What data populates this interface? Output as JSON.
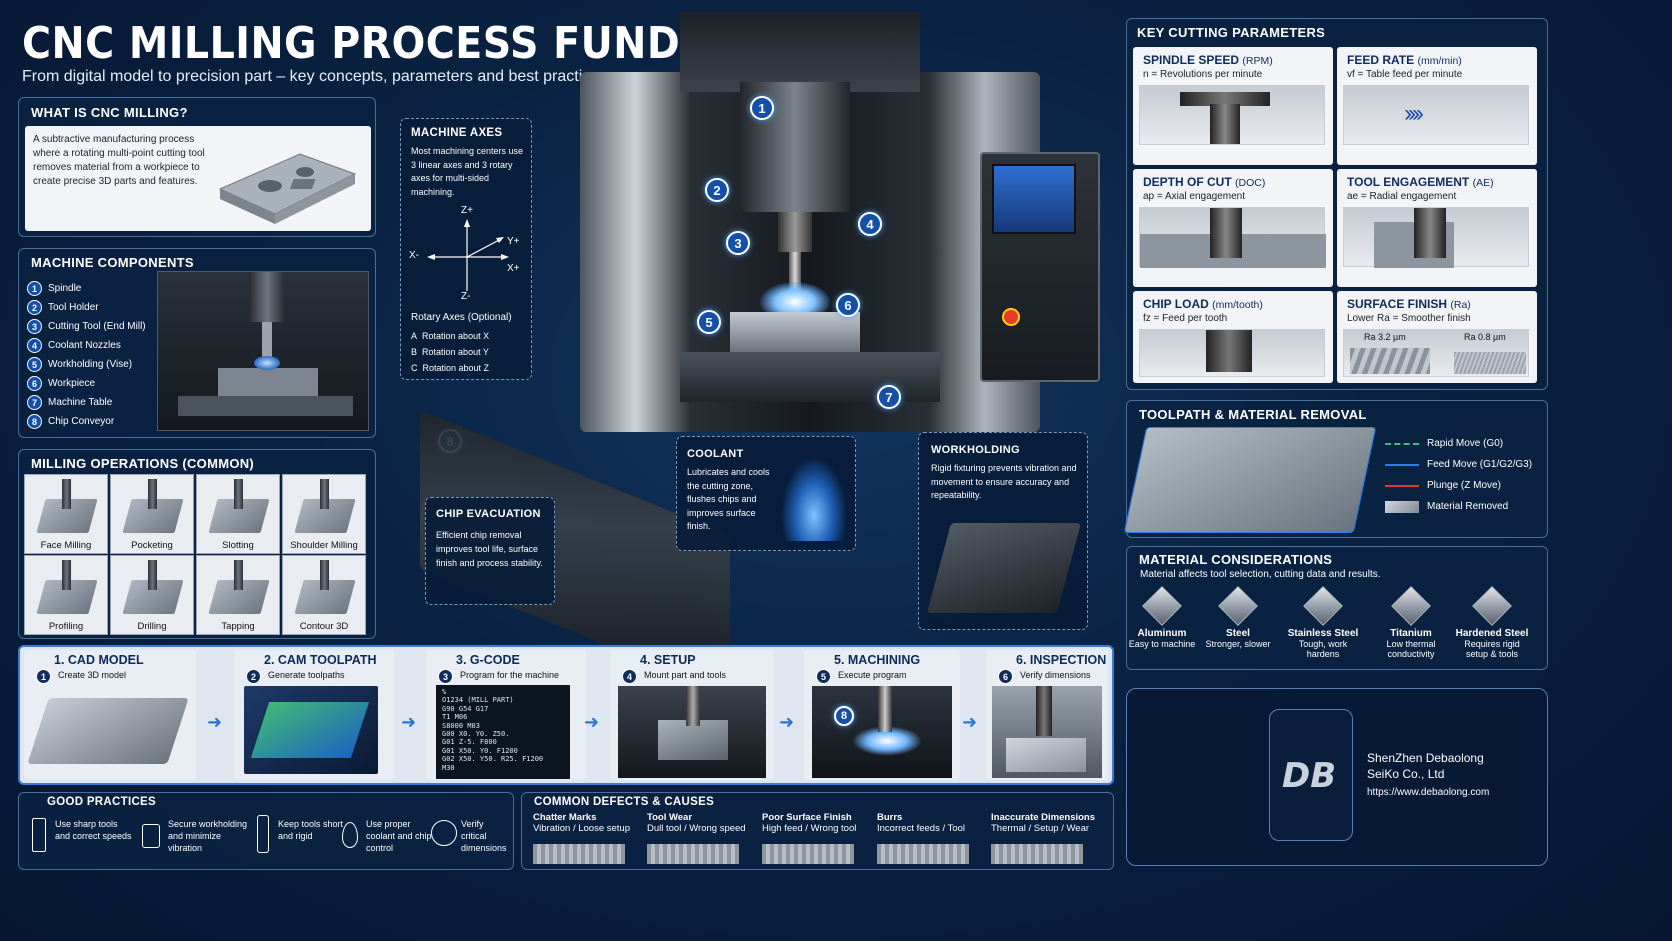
{
  "header": {
    "title": "CNC MILLING PROCESS FUNDAMENTALS",
    "subtitle": "From digital model to precision part – key concepts, parameters and best practices"
  },
  "what_is": {
    "title": "WHAT IS CNC MILLING?",
    "text": "A subtractive manufacturing process where a rotating multi-point cutting tool removes material from a workpiece to create precise 3D parts and features."
  },
  "components": {
    "title": "MACHINE COMPONENTS",
    "items": [
      {
        "n": "1",
        "label": "Spindle"
      },
      {
        "n": "2",
        "label": "Tool Holder"
      },
      {
        "n": "3",
        "label": "Cutting Tool (End Mill)"
      },
      {
        "n": "4",
        "label": "Coolant Nozzles"
      },
      {
        "n": "5",
        "label": "Workholding (Vise)"
      },
      {
        "n": "6",
        "label": "Workpiece"
      },
      {
        "n": "7",
        "label": "Machine Table"
      },
      {
        "n": "8",
        "label": "Chip Conveyor"
      }
    ]
  },
  "operations": {
    "title": "MILLING OPERATIONS (COMMON)",
    "items": [
      "Face Milling",
      "Pocketing",
      "Slotting",
      "Shoulder Milling",
      "Profiling",
      "Drilling",
      "Tapping",
      "Contour 3D"
    ]
  },
  "axes": {
    "title": "MACHINE AXES",
    "text": "Most machining centers use 3 linear axes and 3 rotary axes for multi-sided machining.",
    "zp": "Z+",
    "zm": "Z-",
    "xp": "X+",
    "xm": "X-",
    "yp": "Y+",
    "rotary_title": "Rotary Axes (Optional)",
    "rotary": [
      {
        "k": "A",
        "v": "Rotation about X"
      },
      {
        "k": "B",
        "v": "Rotation about Y"
      },
      {
        "k": "C",
        "v": "Rotation about Z"
      }
    ]
  },
  "callouts": {
    "chip": {
      "title": "CHIP EVACUATION",
      "text": "Efficient chip removal improves tool life, surface finish and process stability."
    },
    "coolant": {
      "title": "COOLANT",
      "text": "Lubricates and cools the cutting zone, flushes chips and improves surface finish."
    },
    "workholding": {
      "title": "WORKHOLDING",
      "text": "Rigid fixturing prevents vibration and movement to ensure accuracy and repeatability."
    }
  },
  "machine_badges": [
    "1",
    "2",
    "3",
    "4",
    "5",
    "6",
    "7",
    "8"
  ],
  "params": {
    "title": "KEY CUTTING PARAMETERS",
    "items": [
      {
        "name": "SPINDLE SPEED",
        "unit": "(RPM)",
        "sub": "n = Revolutions per minute"
      },
      {
        "name": "FEED RATE",
        "unit": "(mm/min)",
        "sub": "vf = Table feed per minute"
      },
      {
        "name": "DEPTH OF CUT",
        "unit": "(DOC)",
        "sub": "ap = Axial engagement"
      },
      {
        "name": "TOOL ENGAGEMENT",
        "unit": "(AE)",
        "sub": "ae = Radial engagement"
      },
      {
        "name": "CHIP LOAD",
        "unit": "(mm/tooth)",
        "sub": "fz = Feed per tooth"
      },
      {
        "name": "SURFACE FINISH",
        "unit": "(Ra)",
        "sub": "Lower Ra = Smoother finish"
      }
    ],
    "ra_rough": "Ra 3.2 µm",
    "ra_smooth": "Ra 0.8 µm"
  },
  "toolpath": {
    "title": "TOOLPATH & MATERIAL REMOVAL",
    "legend": [
      {
        "label": "Rapid Move (G0)",
        "color": "#39c07a"
      },
      {
        "label": "Feed Move (G1/G2/G3)",
        "color": "#2f7df0"
      },
      {
        "label": "Plunge (Z Move)",
        "color": "#e23b2e"
      },
      {
        "label": "Material Removed",
        "color": "#9aa3ad"
      }
    ]
  },
  "materials": {
    "title": "MATERIAL CONSIDERATIONS",
    "sub": "Material affects tool selection, cutting data and results.",
    "items": [
      {
        "name": "Aluminum",
        "note": "Easy to machine"
      },
      {
        "name": "Steel",
        "note": "Stronger, slower"
      },
      {
        "name": "Stainless Steel",
        "note": "Tough, work hardens"
      },
      {
        "name": "Titanium",
        "note": "Low thermal conductivity"
      },
      {
        "name": "Hardened Steel",
        "note": "Requires rigid setup & tools"
      }
    ]
  },
  "steps": [
    {
      "n": "1",
      "title": "1. CAD MODEL",
      "sub": "Create 3D model"
    },
    {
      "n": "2",
      "title": "2. CAM TOOLPATH",
      "sub": "Generate toolpaths"
    },
    {
      "n": "3",
      "title": "3. G-CODE",
      "sub": "Program for the machine"
    },
    {
      "n": "4",
      "title": "4. SETUP",
      "sub": "Mount part and tools"
    },
    {
      "n": "5",
      "title": "5. MACHINING",
      "sub": "Execute program"
    },
    {
      "n": "6",
      "title": "6. INSPECTION",
      "sub": "Verify dimensions"
    }
  ],
  "gcode": [
    "%",
    "O1234 (MILL PART)",
    "G90 G54 G17",
    "T1 M06",
    "S8000 M03",
    "G00 X0. Y0. Z50.",
    "G01 Z-5. F800",
    "G01 X50. Y0. F1200",
    "G02 X50. Y50. R25. F1200",
    "",
    "M30"
  ],
  "good_practices": {
    "title": "GOOD PRACTICES",
    "items": [
      "Use sharp tools and correct speeds",
      "Secure workholding and minimize vibration",
      "Keep tools short and rigid",
      "Use proper coolant and chip control",
      "Verify critical dimensions"
    ]
  },
  "defects": {
    "title": "COMMON DEFECTS & CAUSES",
    "items": [
      {
        "name": "Chatter Marks",
        "cause": "Vibration / Loose setup"
      },
      {
        "name": "Tool Wear",
        "cause": "Dull tool / Wrong speed"
      },
      {
        "name": "Poor Surface Finish",
        "cause": "High feed / Wrong tool"
      },
      {
        "name": "Burrs",
        "cause": "Incorrect feeds / Tool"
      },
      {
        "name": "Inaccurate Dimensions",
        "cause": "Thermal / Setup / Wear"
      }
    ]
  },
  "company": {
    "logo": "DB",
    "name1": "ShenZhen Debaolong",
    "name2": "SeiKo Co., Ltd",
    "url": "https://www.debaolong.com"
  }
}
